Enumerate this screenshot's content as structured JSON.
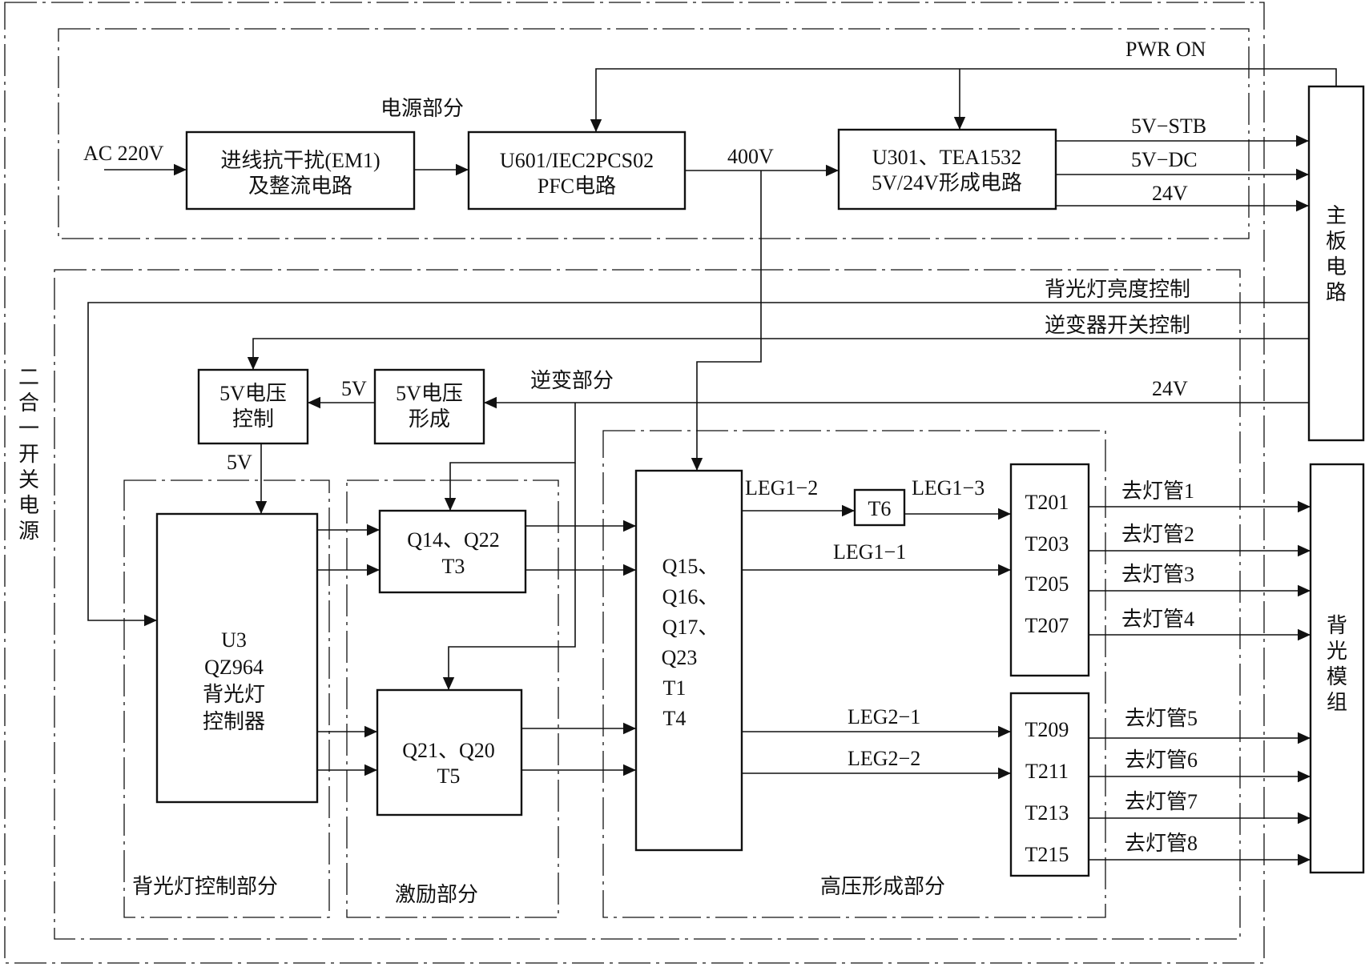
{
  "labels": {
    "power_section": "电源部分",
    "pwr_on": "PWR ON",
    "ac_input": "AC 220V",
    "v400": "400V",
    "v5_stb": "5V−STB",
    "v5_dc": "5V−DC",
    "v24_top": "24V",
    "backlight_brightness": "背光灯亮度控制",
    "inverter_switch": "逆变器开关控制",
    "inverter_section": "逆变部分",
    "v24_inv": "24V",
    "v5_a": "5V",
    "v5_b": "5V",
    "backlight_ctrl_section": "背光灯控制部分",
    "drive_section": "激励部分",
    "hv_section": "高压形成部分",
    "leg1_2": "LEG1−2",
    "leg1_3": "LEG1−3",
    "leg1_1": "LEG1−1",
    "leg2_1": "LEG2−1",
    "leg2_2": "LEG2−2",
    "left_vertical": [
      "二",
      "合",
      "一",
      "开",
      "关",
      "电",
      "源"
    ],
    "mainboard_vertical": [
      "主",
      "板",
      "电",
      "路"
    ],
    "backlight_module_vertical": [
      "背",
      "光",
      "模",
      "组"
    ]
  },
  "boxes": {
    "emi": [
      "进线抗干扰(EM1)",
      "及整流电路"
    ],
    "pfc": [
      "U601/IEC2PCS02",
      "PFC电路"
    ],
    "tea": [
      "U301、TEA1532",
      "5V/24V形成电路"
    ],
    "v5_ctrl": [
      "5V电压",
      "控制"
    ],
    "v5_form": [
      "5V电压",
      "形成"
    ],
    "u3": [
      "U3",
      "QZ964",
      "背光灯",
      "控制器"
    ],
    "q14": [
      "Q14、Q22",
      "T3"
    ],
    "q21": [
      "Q21、Q20",
      "T5"
    ],
    "q15": [
      "Q15、",
      "Q16、",
      "Q17、",
      "Q23",
      "T1",
      "T4"
    ],
    "t6": [
      "T6"
    ],
    "t_group1": [
      "T201",
      "T203",
      "T205",
      "T207"
    ],
    "t_group2": [
      "T209",
      "T211",
      "T213",
      "T215"
    ]
  },
  "lamps": [
    "去灯管1",
    "去灯管2",
    "去灯管3",
    "去灯管4",
    "去灯管5",
    "去灯管6",
    "去灯管7",
    "去灯管8"
  ]
}
